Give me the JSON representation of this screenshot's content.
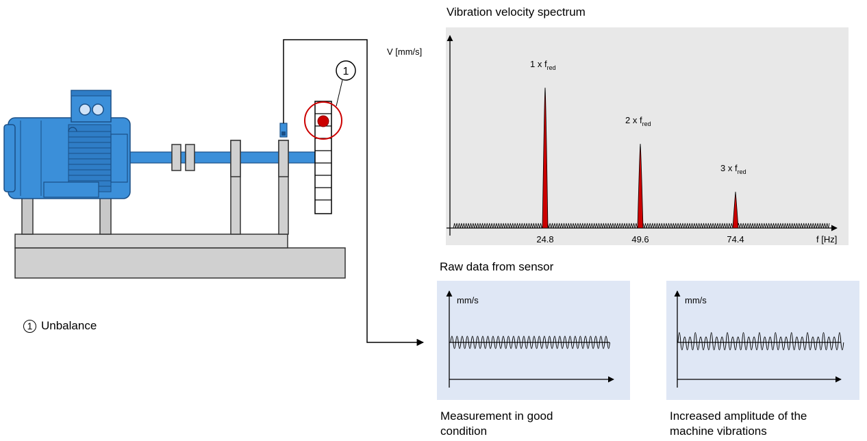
{
  "spectrum": {
    "title": "Vibration velocity spectrum",
    "y_label": "V [mm/s]",
    "x_label": "f [Hz]",
    "peak_labels": [
      {
        "prefix": "1 x f",
        "sub": "red"
      },
      {
        "prefix": "2 x f",
        "sub": "red"
      },
      {
        "prefix": "3 x f",
        "sub": "red"
      }
    ],
    "peak_color": "#cc0000",
    "background": "#e8e8e8"
  },
  "chart_data": {
    "type": "line",
    "title": "Vibration velocity spectrum",
    "xlabel": "f [Hz]",
    "ylabel": "V [mm/s]",
    "x_ticks": [
      "24.8",
      "49.6",
      "74.4"
    ],
    "peaks": [
      {
        "label": "1 x f red",
        "x": 24.8
      },
      {
        "label": "2 x f red",
        "x": 49.6
      },
      {
        "label": "3 x f red",
        "x": 74.4
      }
    ]
  },
  "raw": {
    "title": "Raw data from sensor",
    "panel_background": "#dfe7f5",
    "good": {
      "y_label": "mm/s",
      "caption_line1": "Measurement in good",
      "caption_line2": "condition"
    },
    "increased": {
      "y_label": "mm/s",
      "caption_line1": "Increased amplitude of the",
      "caption_line2": "machine vibrations"
    }
  },
  "machine": {
    "callout_number": "1",
    "motor_color": "#3b8fd9",
    "unbalance_color": "#cc0000"
  },
  "legend": {
    "number": "1",
    "label": "Unbalance"
  }
}
